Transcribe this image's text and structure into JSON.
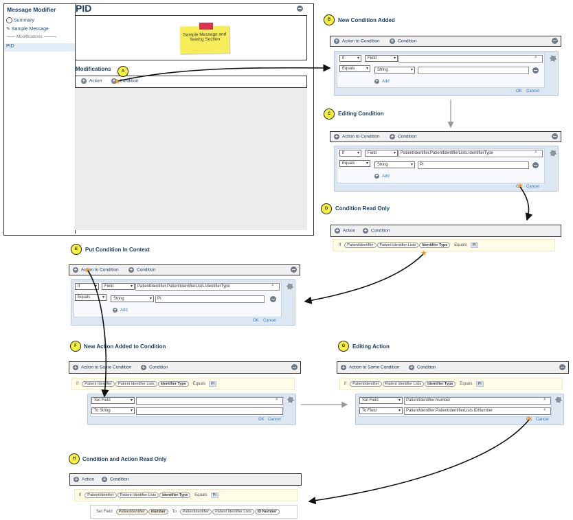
{
  "app": {
    "sidebar_title": "Message Modifier",
    "sidebar_items": [
      "Summary",
      "Sample Message",
      "Modifications",
      "PID"
    ],
    "main_title": "PID",
    "sticky_note": "Sample Message and Testing Section",
    "modifications_title": "Modifications",
    "action_label": "Action",
    "condition_label": "Condition"
  },
  "steps": {
    "a": {
      "letter": "A"
    },
    "b": {
      "letter": "B",
      "title": "New Condition Added"
    },
    "c": {
      "letter": "C",
      "title": "Editing Condition"
    },
    "d": {
      "letter": "D",
      "title": "Condition Read Only"
    },
    "e": {
      "letter": "E",
      "title": "Put Condition In Context"
    },
    "f": {
      "letter": "F",
      "title": "New Action Added to Condition"
    },
    "g": {
      "letter": "G",
      "title": "Editing Action"
    },
    "h": {
      "letter": "H",
      "title": "Condition and Action Read Only"
    }
  },
  "labels": {
    "action_to_condition": "Action to Condition",
    "action_to_some_condition": "Action to Some Condition",
    "condition": "Condition",
    "action": "Action",
    "if": "If",
    "field": "Field",
    "equals": "Equals",
    "string": "String",
    "add": "Add",
    "ok": "OK",
    "cancel": "Cancel",
    "set_field": "Set Field",
    "to_string": "To String",
    "to_field": "To Field",
    "to": "To"
  },
  "values": {
    "field_path": "PatientIdentifier.PatientIdentifierLists.IdentifierType",
    "pi": "PI",
    "patient_identifier": "PatientIdentifier",
    "patient_identifier_lists": "PatientIdentifierLists",
    "identifier_type": "Identifier Type",
    "patient_identifier_number_field": "PatientIdentifier.Number",
    "to_field_path": "PatientIdentifier.PatientIdentifierLists.IDNumber",
    "patient_identifier_spaced": "Patient Identifier",
    "patient_identifier_lists_spaced": "Patient Identifier Lists",
    "number": "Number",
    "id_number": "ID Number"
  }
}
